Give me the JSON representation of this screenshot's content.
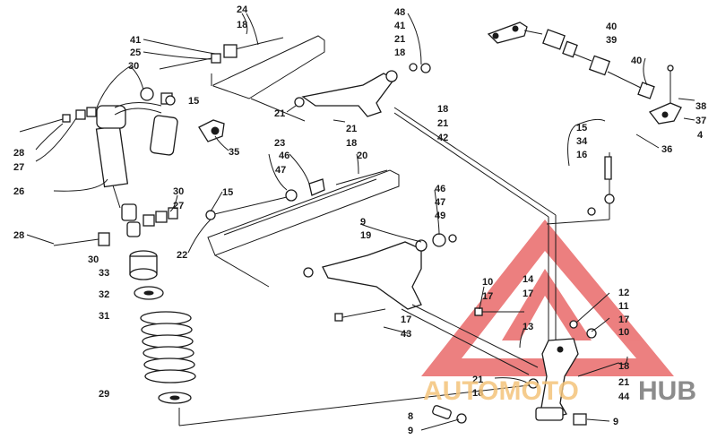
{
  "callouts": [
    "24",
    "18",
    "48",
    "41",
    "21",
    "18",
    "40",
    "39",
    "41",
    "25",
    "30",
    "15",
    "40",
    "38",
    "37",
    "4",
    "36",
    "28",
    "27",
    "26",
    "35",
    "21",
    "23",
    "21",
    "18",
    "18",
    "21",
    "42",
    "15",
    "34",
    "16",
    "46",
    "47",
    "20",
    "30",
    "27",
    "15",
    "46",
    "47",
    "49",
    "9",
    "19",
    "22",
    "28",
    "30",
    "33",
    "32",
    "31",
    "29",
    "10",
    "17",
    "14",
    "17",
    "13",
    "12",
    "11",
    "17",
    "10",
    "17",
    "43",
    "21",
    "18",
    "18",
    "21",
    "44",
    "8",
    "9",
    "9"
  ],
  "watermark": {
    "brand_part1": "AUTOMOTO",
    "brand_part2": "HUB",
    "color_orange": "#f3c37a",
    "color_gray": "#8c8c8c",
    "color_red": "#e44a4a"
  }
}
